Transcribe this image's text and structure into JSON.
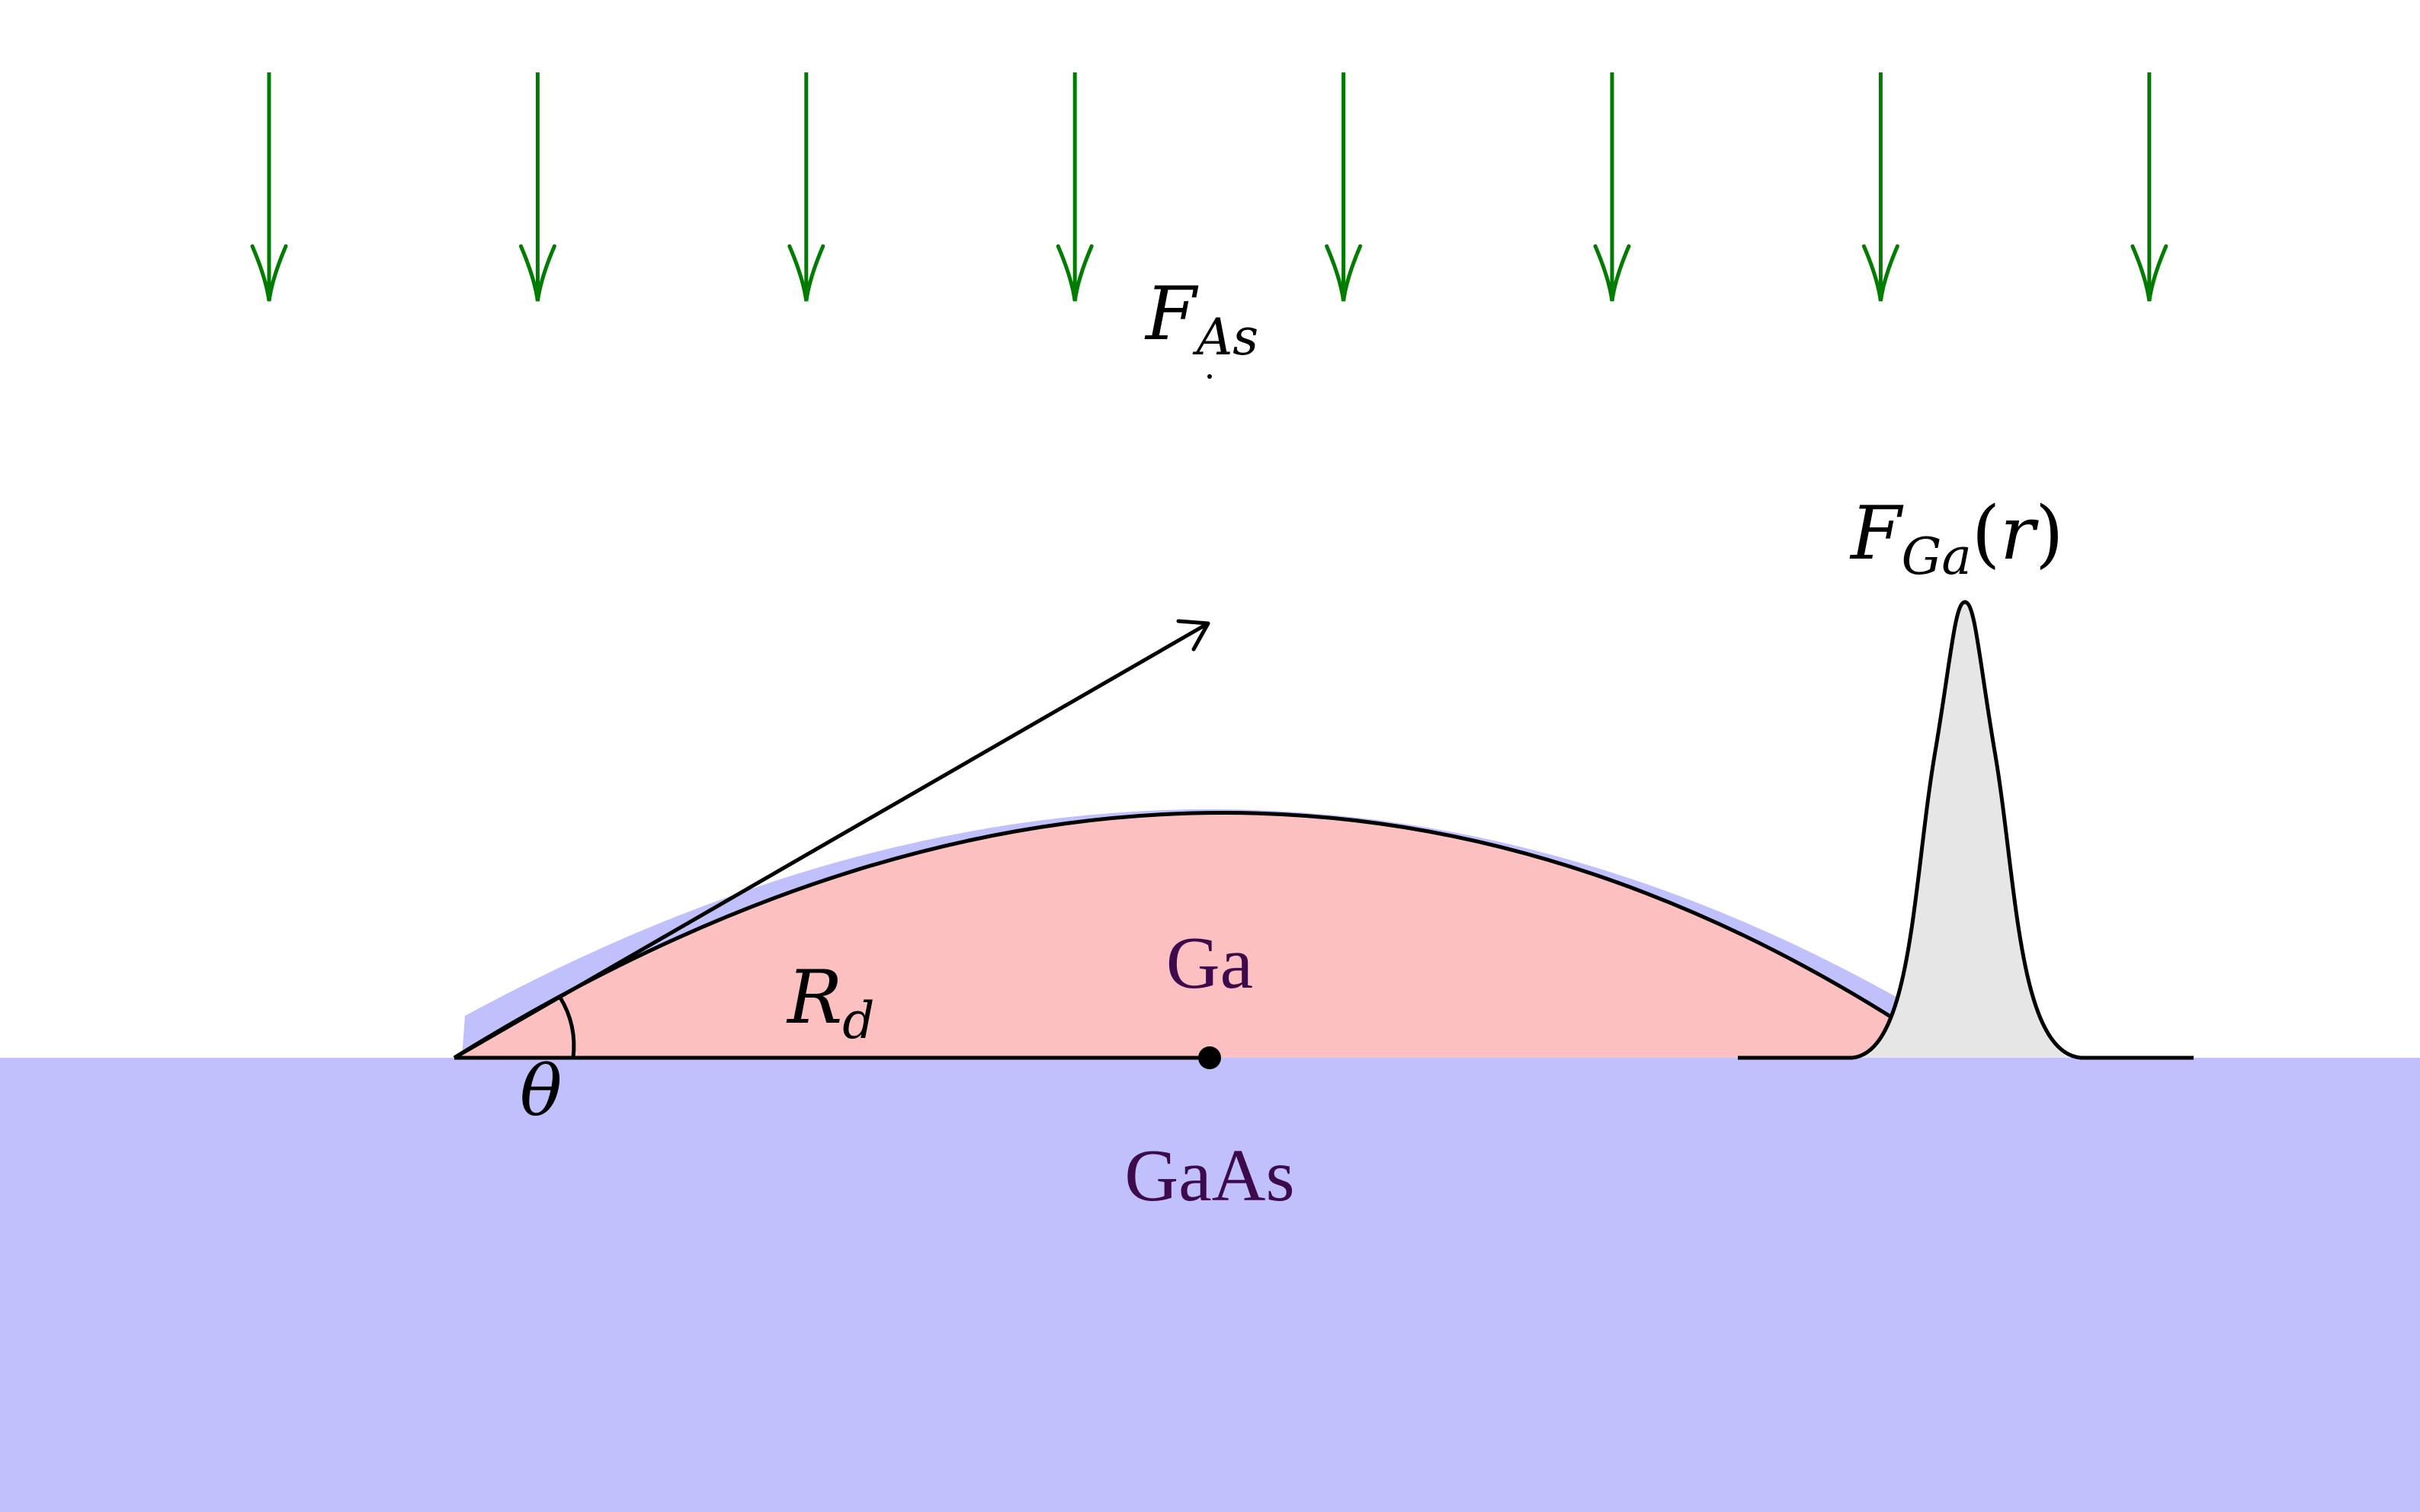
{
  "colors": {
    "substrate": "#c0c0fc",
    "droplet": "#fcc0c0",
    "shell": "#c0c0fc",
    "peak_fill": "#e6e6e6",
    "arrows": "#007d00",
    "material_text": "#3d0a4b",
    "lines": "#000000"
  },
  "labels": {
    "flux_as_main": "F",
    "flux_as_sub": "As",
    "flux_ga_main": "F",
    "flux_ga_sub": "Ga",
    "flux_ga_arg_open": "(",
    "flux_ga_arg": "r",
    "flux_ga_arg_close": ")",
    "radius_main": "R",
    "radius_sub": "d",
    "angle": "θ",
    "droplet_material": "Ga",
    "substrate_material": "GaAs"
  },
  "icons": {
    "flux_arrow": "arrow-down-icon",
    "contact_vector": "arrow-up-right-icon"
  },
  "flux_arrow_count": 8
}
